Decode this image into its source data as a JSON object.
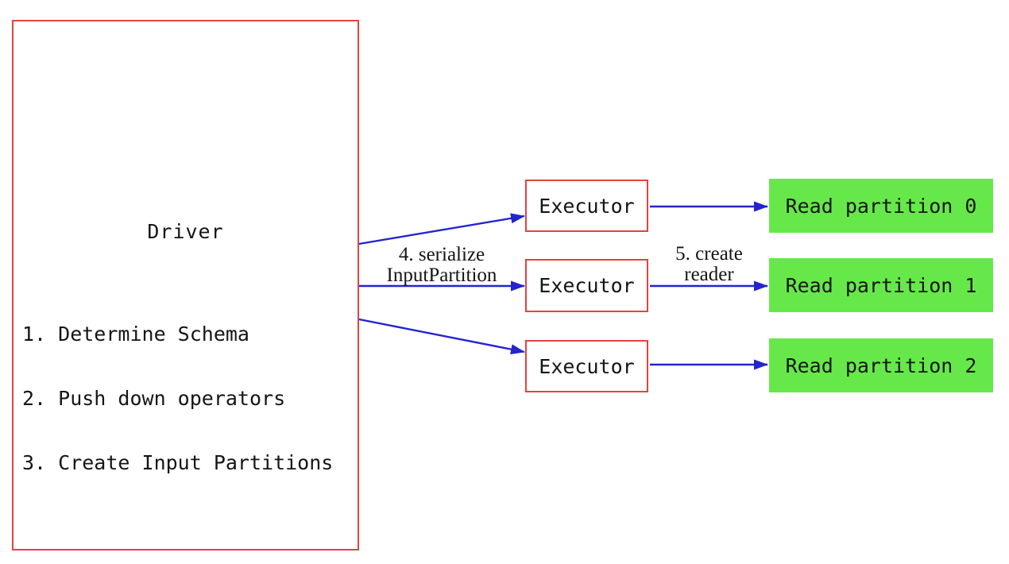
{
  "diagram": {
    "driver": {
      "title": "Driver",
      "steps": [
        "1. Determine Schema",
        "2. Push down operators",
        "3. Create Input Partitions"
      ]
    },
    "executors": [
      {
        "label": "Executor"
      },
      {
        "label": "Executor"
      },
      {
        "label": "Executor"
      }
    ],
    "partitions": [
      {
        "label": "Read partition 0"
      },
      {
        "label": "Read partition 1"
      },
      {
        "label": "Read partition 2"
      }
    ],
    "edge_labels": {
      "serialize_line1": "4. serialize",
      "serialize_line2": "InputPartition",
      "reader_line1": "5. create",
      "reader_line2": "reader"
    },
    "colors": {
      "box_border": "#e2443e",
      "partition_fill": "#67e84a",
      "arrow": "#2424cf",
      "text": "#151515",
      "background": "#ffffff"
    }
  }
}
